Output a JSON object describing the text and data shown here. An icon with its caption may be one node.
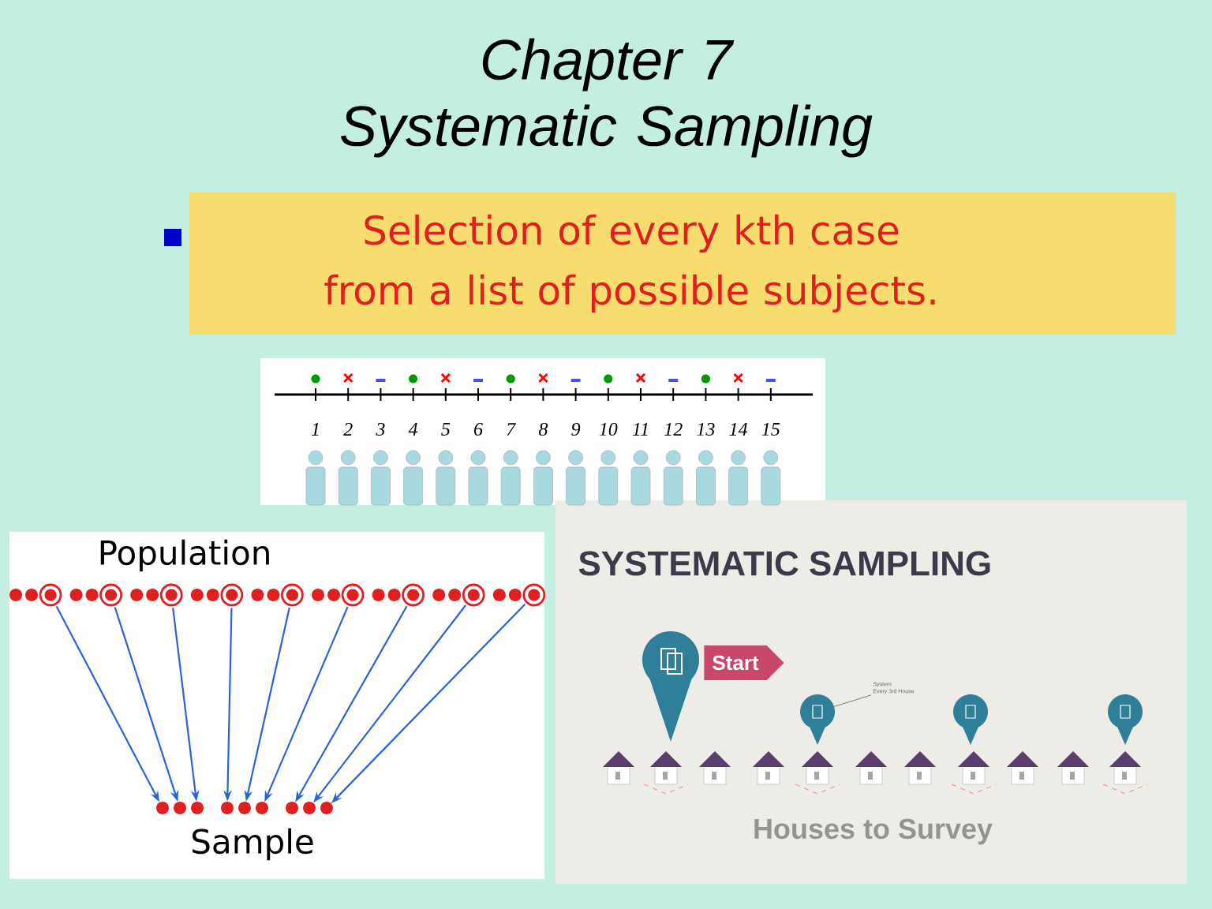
{
  "diagram": {
    "title": "Chapter 7 Systematic Sampling",
    "nodes": [
      {
        "text": [
          "Start"
        ]
      },
      {
        "text": [
          "System",
          "Every 3rd House"
        ]
      },
      {
        "text": [],
        "shape": "picture"
      },
      {
        "text": [],
        "shape": "circle"
      },
      {
        "text": [],
        "shape": "circle"
      },
      {
        "text": [],
        "shape": "circle"
      },
      {
        "text": [],
        "shape": "circle"
      },
      {
        "text": [],
        "shape": "circle"
      },
      {
        "text": [],
        "shape": "circle"
      },
      {
        "text": [],
        "shape": "circle"
      },
      {
        "text": [],
        "shape": "circle"
      },
      {
        "text": [],
        "shape": "circle"
      },
      {
        "text": [],
        "shape": "circle"
      },
      {
        "text": [],
        "shape": "circle"
      },
      {
        "text": [],
        "shape": "circle"
      },
      {
        "text": [],
        "shape": "circle"
      },
      {
        "text": [],
        "shape": "circle"
      },
      {
        "text": [],
        "shape": "circle"
      },
      {
        "text": [],
        "shape": "circle"
      },
      {
        "text": [],
        "shape": "circle"
      },
      {
        "text": [],
        "shape": "circle"
      }
    ],
    "edges": [
      {
        "from": 1,
        "to": 2,
        "arrow": "none",
        "color": "#595959"
      },
      {
        "from": 3,
        "to": 12,
        "arrow": "to"
      },
      {
        "from": 4,
        "to": 13,
        "arrow": "to"
      },
      {
        "from": 5,
        "to": 14,
        "arrow": "to"
      },
      {
        "from": 6,
        "to": 15,
        "arrow": "to"
      },
      {
        "from": 7,
        "to": 16,
        "arrow": "to"
      },
      {
        "from": 8,
        "to": 17,
        "arrow": "to"
      },
      {
        "from": 9,
        "to": 18,
        "arrow": "to"
      },
      {
        "from": 10,
        "to": 19,
        "arrow": "to"
      },
      {
        "from": 11,
        "to": 20,
        "arrow": "to"
      }
    ],
    "labels": [
      "Selection of every kth case from a list of possible subjects.",
      "1",
      "2",
      "3",
      "4",
      "5",
      "6",
      "7",
      "8",
      "9",
      "10",
      "11",
      "12",
      "13",
      "14",
      "15",
      "Population",
      "SYSTEMATIC SAMPLING",
      "Sample",
      "Houses to Survey"
    ]
  }
}
